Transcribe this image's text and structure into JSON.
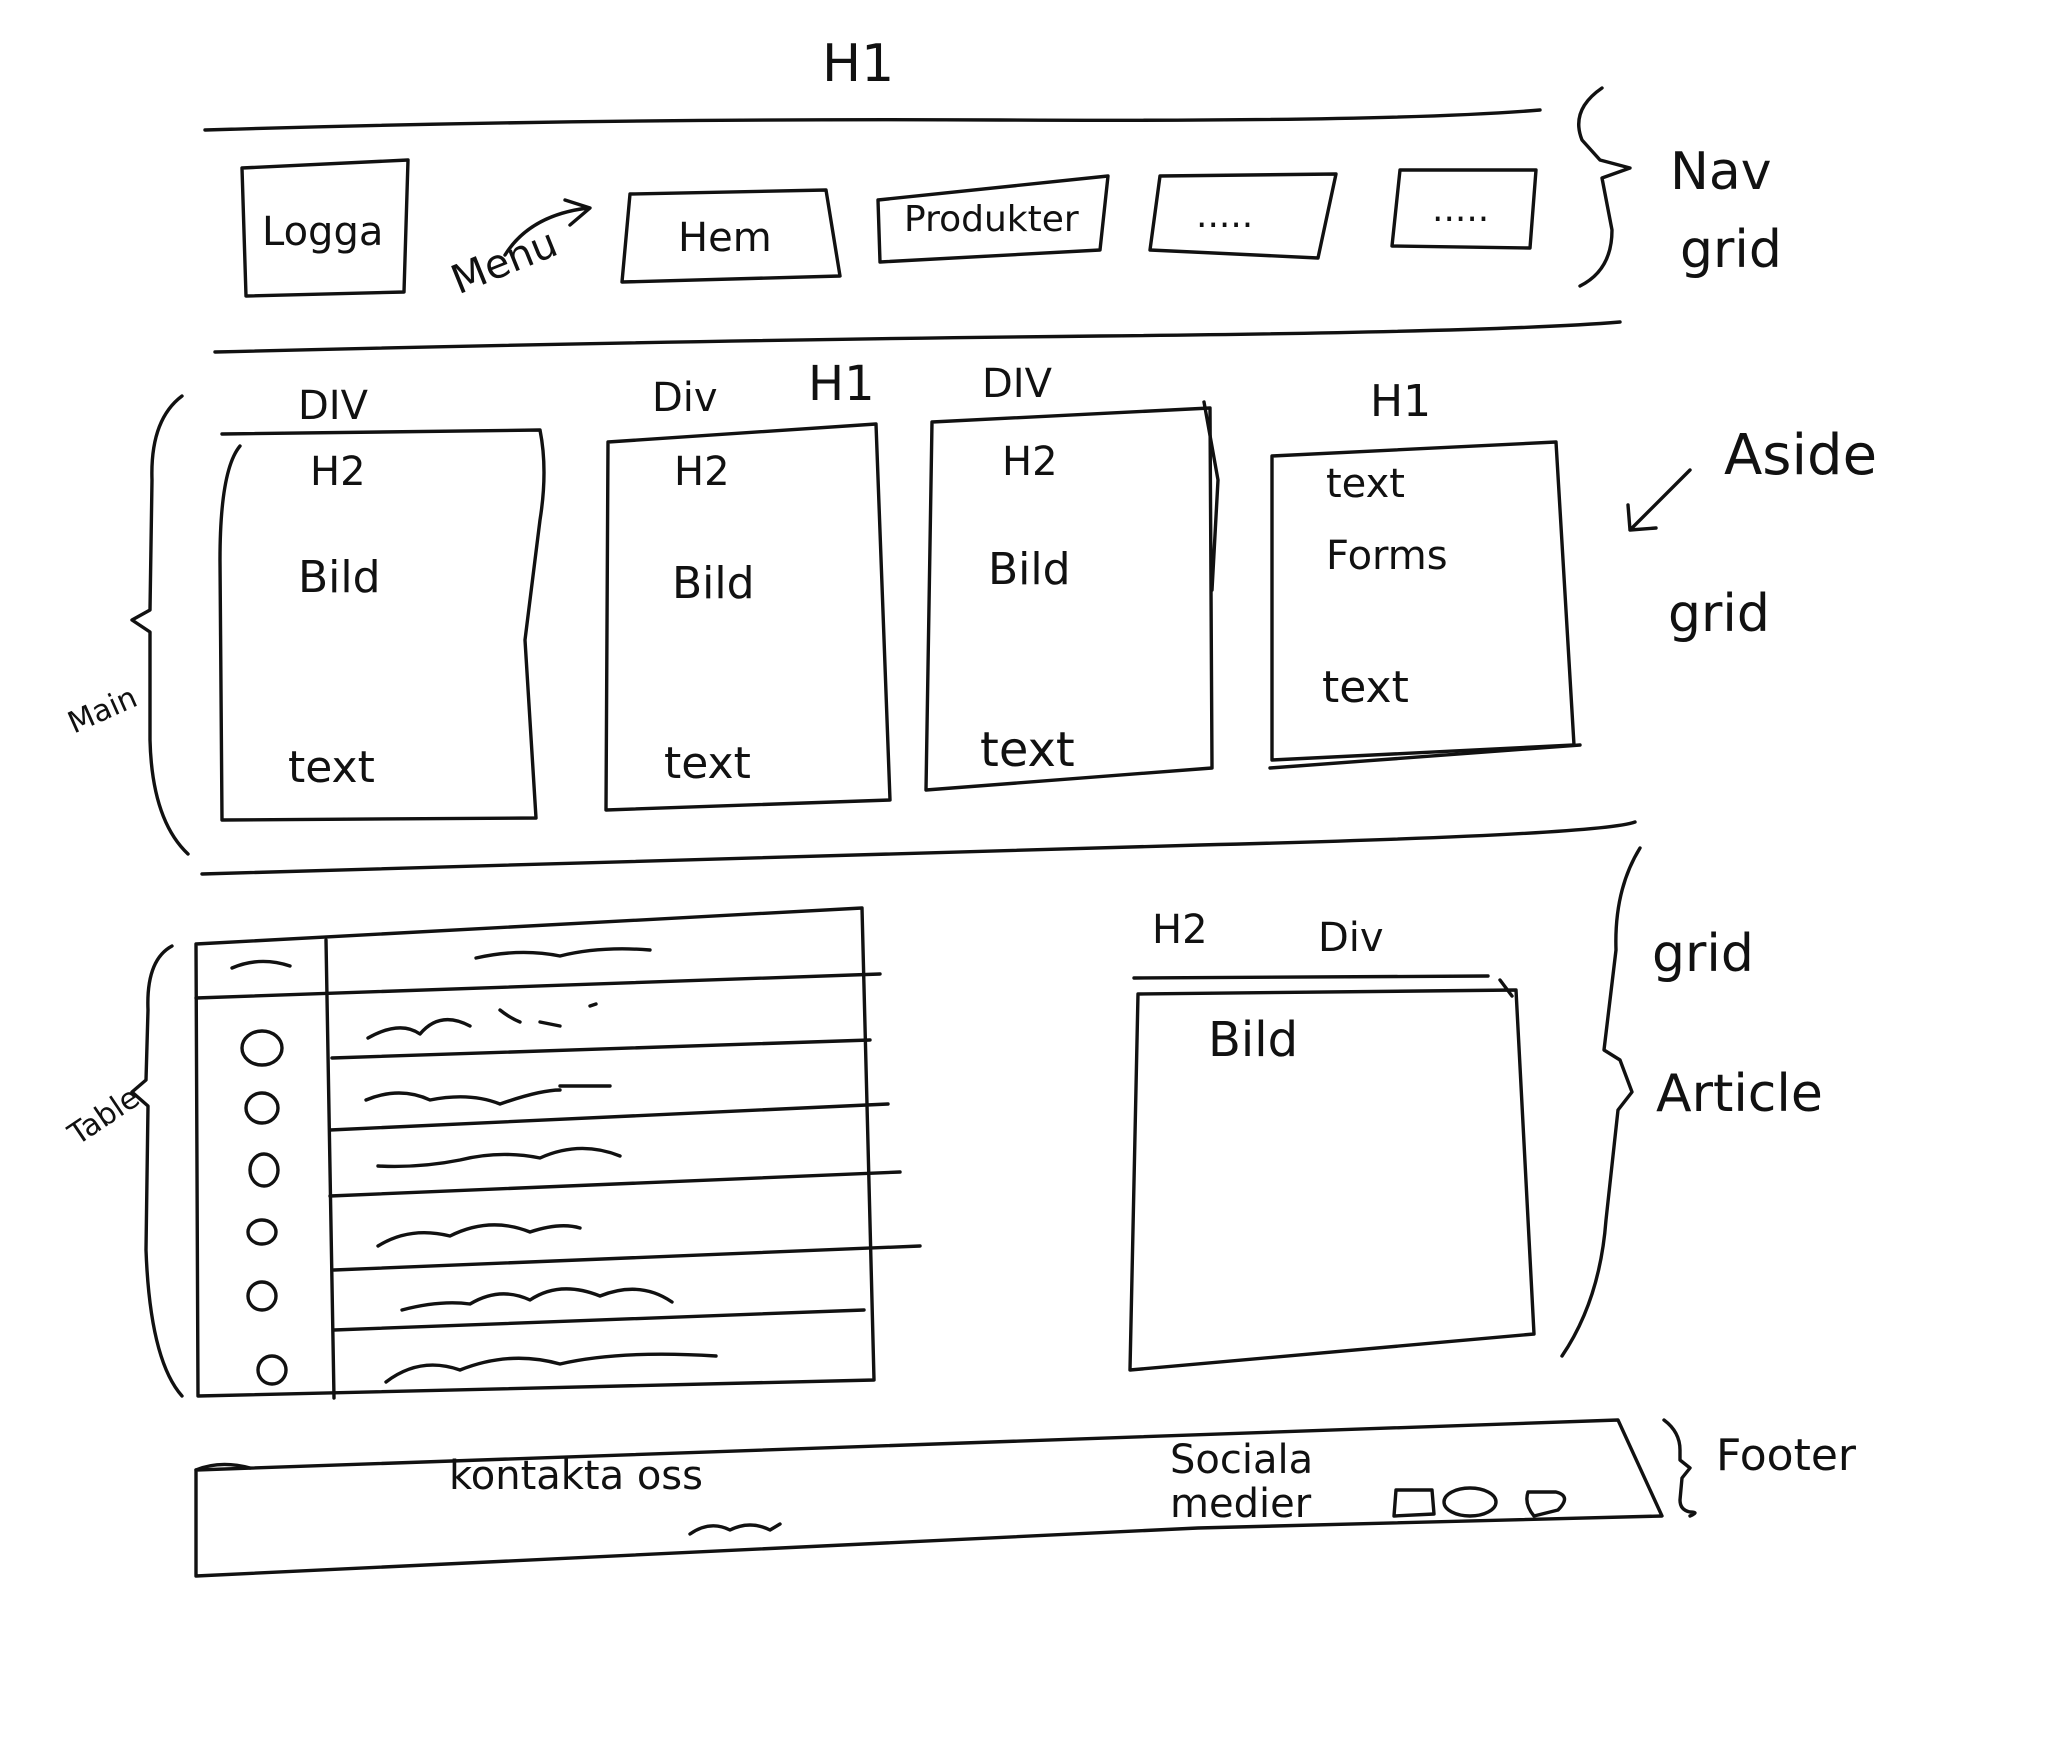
{
  "title": "H1",
  "nav": {
    "label": "Nav",
    "grid_label": "grid",
    "logo": "Logga",
    "menu_label": "Menu",
    "menu_items": [
      "Hem",
      "Produkter",
      ".....",
      "....."
    ]
  },
  "main": {
    "label": "Main",
    "heading": "H1",
    "cards": [
      {
        "wrapper": "DIV",
        "heading": "H2",
        "image": "Bild",
        "text": "text"
      },
      {
        "wrapper": "Div",
        "heading": "H2",
        "image": "Bild",
        "text": "text"
      },
      {
        "wrapper": "DIV",
        "heading": "H2",
        "image": "Bild",
        "text": "text"
      }
    ]
  },
  "aside": {
    "label": "Aside",
    "grid_label": "grid",
    "heading": "H1",
    "items": [
      "text",
      "Forms",
      "text"
    ]
  },
  "table_section": {
    "label": "Table",
    "row_count": 6
  },
  "article": {
    "label": "Article",
    "grid_label": "grid",
    "heading": "H2",
    "wrapper": "Div",
    "image": "Bild"
  },
  "footer": {
    "label": "Footer",
    "contact": "kontakta oss",
    "social": "Sociala medier",
    "social_icons": [
      "square-icon",
      "circle-icon",
      "shield-icon"
    ]
  }
}
